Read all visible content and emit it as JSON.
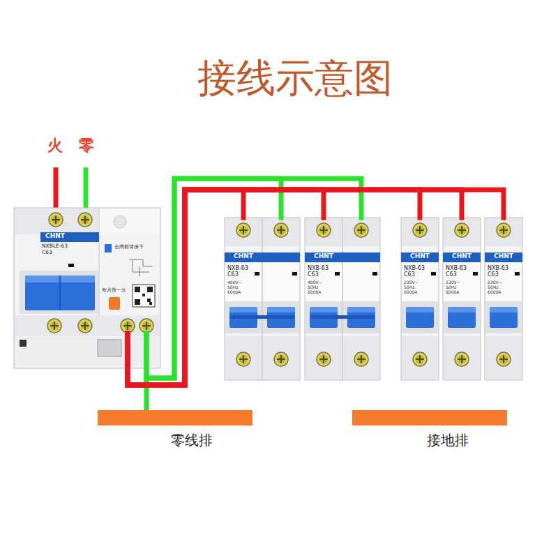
{
  "diagram": {
    "title": "接线示意图",
    "nodes": [
      {
        "text": [
          "CHNT",
          "NXBLE-63 C63",
          "合闸前请按下",
          "每月按一次"
        ]
      },
      {
        "text": [
          "CHNT",
          "NXB-63 C63",
          "400V~ 50Hz 6000A"
        ]
      },
      {
        "text": [
          "CHNT",
          "NXB-63 C63",
          "400V~ 50Hz 6000A"
        ]
      },
      {
        "text": [
          "CHNT",
          "NXB-63 C63",
          "230V~ 50Hz 6000A"
        ]
      },
      {
        "text": [
          "CHNT",
          "NXB-63 C63",
          "230V~ 50Hz 6000A"
        ]
      },
      {
        "text": [
          "CHNT",
          "NXB-63 C63",
          "230V~ 50Hz 6000A"
        ]
      },
      {
        "text": [
          "零线排"
        ]
      },
      {
        "text": [
          "接地排"
        ]
      }
    ],
    "edges": [
      {
        "from": 0,
        "to": 1,
        "arrow": "none"
      },
      {
        "from": 0,
        "to": 2,
        "arrow": "none"
      },
      {
        "from": 0,
        "to": 3,
        "arrow": "none"
      },
      {
        "from": 0,
        "to": 4,
        "arrow": "none"
      },
      {
        "from": 0,
        "to": 5,
        "arrow": "none"
      },
      {
        "from": 0,
        "to": 1,
        "arrow": "none"
      },
      {
        "from": 0,
        "to": 2,
        "arrow": "none"
      },
      {
        "from": 0,
        "to": 6,
        "arrow": "none"
      }
    ],
    "labels": [
      "火",
      "零"
    ]
  }
}
